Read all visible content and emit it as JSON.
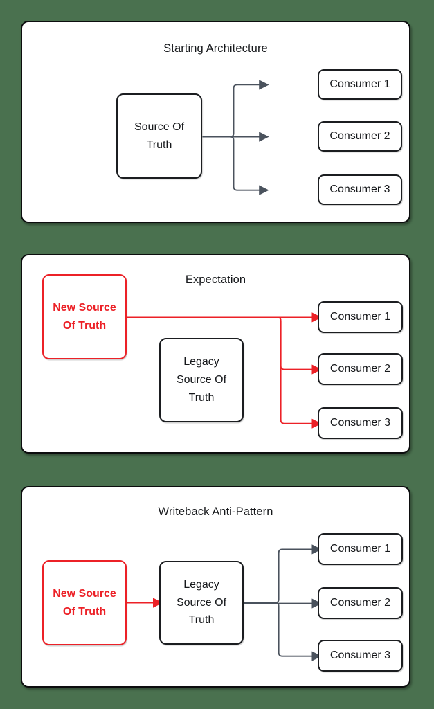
{
  "colors": {
    "background": "#4a714f",
    "red": "#ec2127",
    "connector": "#4a525d",
    "ink": "#16181b"
  },
  "panels": [
    {
      "title": "Starting Architecture",
      "nodes": {
        "source": "Source Of Truth"
      },
      "consumers": [
        "Consumer 1",
        "Consumer 2",
        "Consumer 3"
      ],
      "edges": [
        {
          "from": "Source Of Truth",
          "to": "Consumer 1",
          "style": "dark-arrow"
        },
        {
          "from": "Source Of Truth",
          "to": "Consumer 2",
          "style": "dark-arrow"
        },
        {
          "from": "Source Of Truth",
          "to": "Consumer 3",
          "style": "dark-arrow"
        }
      ]
    },
    {
      "title": "Expectation",
      "nodes": {
        "new_source": "New Source Of Truth",
        "legacy": "Legacy Source Of Truth"
      },
      "consumers": [
        "Consumer 1",
        "Consumer 2",
        "Consumer 3"
      ],
      "edges": [
        {
          "from": "New Source Of Truth",
          "to": "Consumer 1",
          "style": "red-arrow"
        },
        {
          "from": "New Source Of Truth",
          "to": "Consumer 2",
          "style": "red-arrow"
        },
        {
          "from": "New Source Of Truth",
          "to": "Consumer 3",
          "style": "red-arrow"
        }
      ]
    },
    {
      "title": "Writeback Anti-Pattern",
      "nodes": {
        "new_source": "New Source Of Truth",
        "legacy": "Legacy Source Of Truth"
      },
      "consumers": [
        "Consumer 1",
        "Consumer 2",
        "Consumer 3"
      ],
      "edges": [
        {
          "from": "New Source Of Truth",
          "to": "Legacy Source Of Truth",
          "style": "red-arrow"
        },
        {
          "from": "Legacy Source Of Truth",
          "to": "Consumer 1",
          "style": "dark-arrow"
        },
        {
          "from": "Legacy Source Of Truth",
          "to": "Consumer 2",
          "style": "dark-arrow"
        },
        {
          "from": "Legacy Source Of Truth",
          "to": "Consumer 3",
          "style": "dark-arrow"
        }
      ]
    }
  ]
}
